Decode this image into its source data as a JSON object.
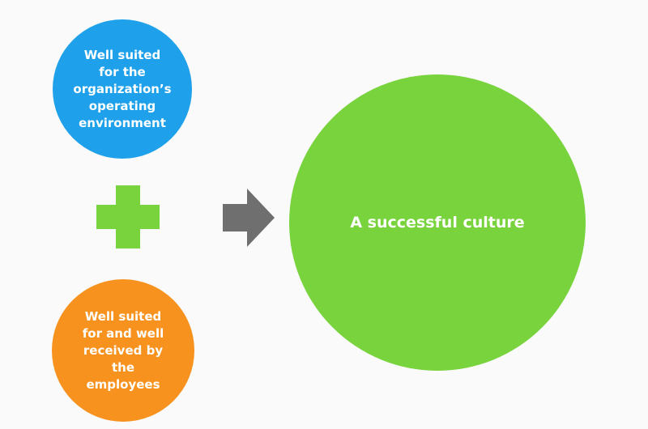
{
  "diagram": {
    "left_top_circle": {
      "lines": [
        "Well suited",
        "for the",
        "organization’s",
        "operating",
        "environment"
      ],
      "color": "#1ea0ea"
    },
    "left_bottom_circle": {
      "lines": [
        "Well suited",
        "for and well",
        "received by",
        "the",
        "employees"
      ],
      "color": "#f7921e"
    },
    "result_circle": {
      "label": "A successful culture",
      "color": "#78d33d"
    },
    "plus_symbol": {
      "icon": "plus-icon",
      "color": "#78d33d"
    },
    "arrow_symbol": {
      "icon": "arrow-right-icon",
      "color": "#6f6f6f"
    }
  }
}
